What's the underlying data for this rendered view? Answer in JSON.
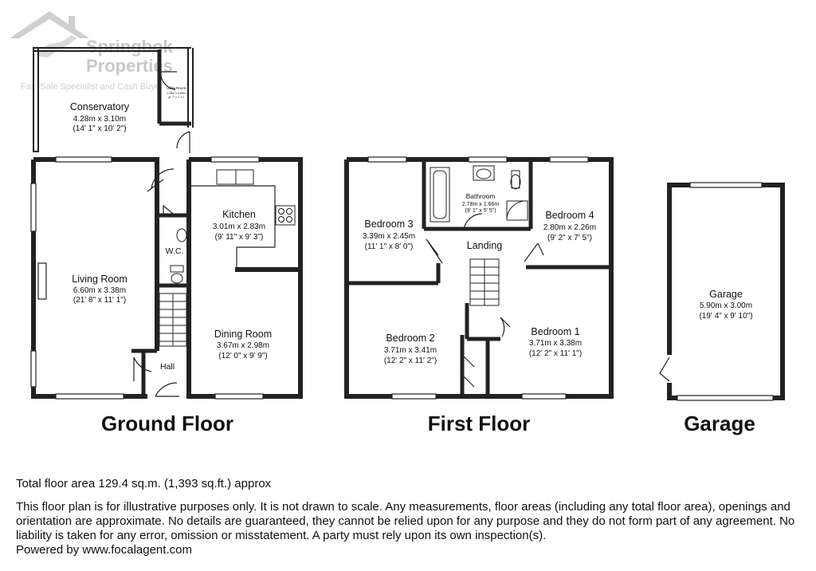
{
  "watermark": {
    "brand_line1": "Springbok",
    "brand_line2": "Properties",
    "tagline": "Fast Sale Specialist and Cash Buyer"
  },
  "floors": {
    "ground": {
      "title": "Ground Floor"
    },
    "first": {
      "title": "First Floor"
    },
    "garage": {
      "title": "Garage"
    }
  },
  "rooms": {
    "conservatory": {
      "name": "Conservatory",
      "metric": "4.28m x 3.10m",
      "imperial": "(14' 1\" x 10' 2\")"
    },
    "utility": {
      "name": "Utility Room",
      "metric": "2.06m x 0.66m",
      "imperial": "(6' 7\" x 2' 2\")"
    },
    "living_room": {
      "name": "Living Room",
      "metric": "6.60m x 3.38m",
      "imperial": "(21' 8\" x 11' 1\")"
    },
    "kitchen": {
      "name": "Kitchen",
      "metric": "3.01m x 2.83m",
      "imperial": "(9' 11\" x 9' 3\")"
    },
    "wc": {
      "name": "W.C."
    },
    "dining_room": {
      "name": "Dining Room",
      "metric": "3.67m x 2.98m",
      "imperial": "(12' 0\" x 9' 9\")"
    },
    "hall": {
      "name": "Hall"
    },
    "bedroom3": {
      "name": "Bedroom 3",
      "metric": "3.39m x 2.45m",
      "imperial": "(11' 1\" x 8' 0\")"
    },
    "bathroom": {
      "name": "Bathroom",
      "metric": "2.78m x 1.66m",
      "imperial": "(9' 1\" x 5' 5\")"
    },
    "bedroom4": {
      "name": "Bedroom 4",
      "metric": "2.80m x 2.26m",
      "imperial": "(9' 2\" x 7' 5\")"
    },
    "landing": {
      "name": "Landing"
    },
    "bedroom2": {
      "name": "Bedroom 2",
      "metric": "3.71m x 3.41m",
      "imperial": "(12' 2\" x 11' 2\")"
    },
    "bedroom1": {
      "name": "Bedroom 1",
      "metric": "3.71m x 3.38m",
      "imperial": "(12' 2\" x 11' 1\")"
    },
    "garage": {
      "name": "Garage",
      "metric": "5.90m x 3.00m",
      "imperial": "(19' 4\" x 9' 10\")"
    }
  },
  "footer": {
    "total_area": "Total floor area 129.4 sq.m. (1,393 sq.ft.) approx",
    "disclaimer": "This floor plan is for illustrative purposes only. It is not drawn to scale. Any measurements, floor areas (including any total floor area), openings and orientation are approximate. No details are guaranteed, they cannot be relied upon for any purpose and they do not form part of any agreement. No liability is taken for any error, omission or misstatement. A party must rely upon its own inspection(s).",
    "powered_by": "Powered by www.focalagent.com"
  }
}
